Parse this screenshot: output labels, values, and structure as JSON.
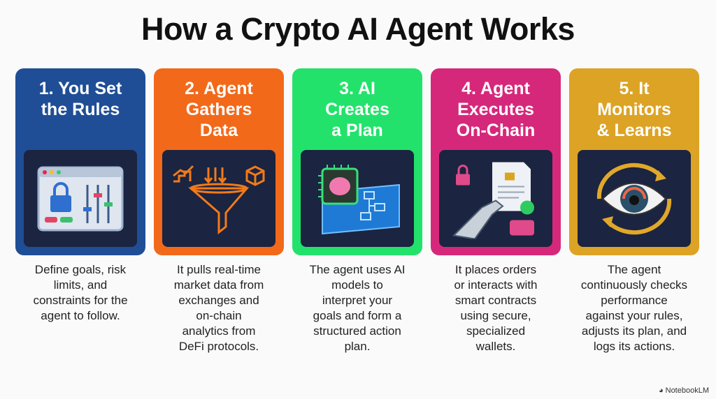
{
  "title": "How a Crypto AI Agent Works",
  "steps": [
    {
      "title": "1. You Set\nthe Rules",
      "description": "Define goals, risk\nlimits, and\nconstraints for the\nagent to follow.",
      "color": "#1f4e96",
      "icon": "settings-lock-icon"
    },
    {
      "title": "2. Agent\nGathers\nData",
      "description": "It pulls real-time\nmarket data from\nexchanges and\non-chain\nanalytics from\nDeFi protocols.",
      "color": "#f2691a",
      "icon": "data-funnel-icon"
    },
    {
      "title": "3. AI\nCreates\na Plan",
      "description": "The agent uses AI\nmodels to\ninterpret your\ngoals and form a\nstructured action\nplan.",
      "color": "#23e26b",
      "icon": "brain-chip-blueprint-icon"
    },
    {
      "title": "4. Agent\nExecutes\nOn-Chain",
      "description": "It places orders\nor interacts with\nsmart contracts\nusing secure,\nspecialized\nwallets.",
      "color": "#d6287b",
      "icon": "robot-hand-contract-icon"
    },
    {
      "title": "5. It\nMonitors\n& Learns",
      "description": "The agent\ncontinuously checks\nperformance\nagainst your rules,\nadjusts its plan, and\nlogs its actions.",
      "color": "#dca325",
      "icon": "eye-cycle-icon"
    }
  ],
  "brand": "NotebookLM"
}
